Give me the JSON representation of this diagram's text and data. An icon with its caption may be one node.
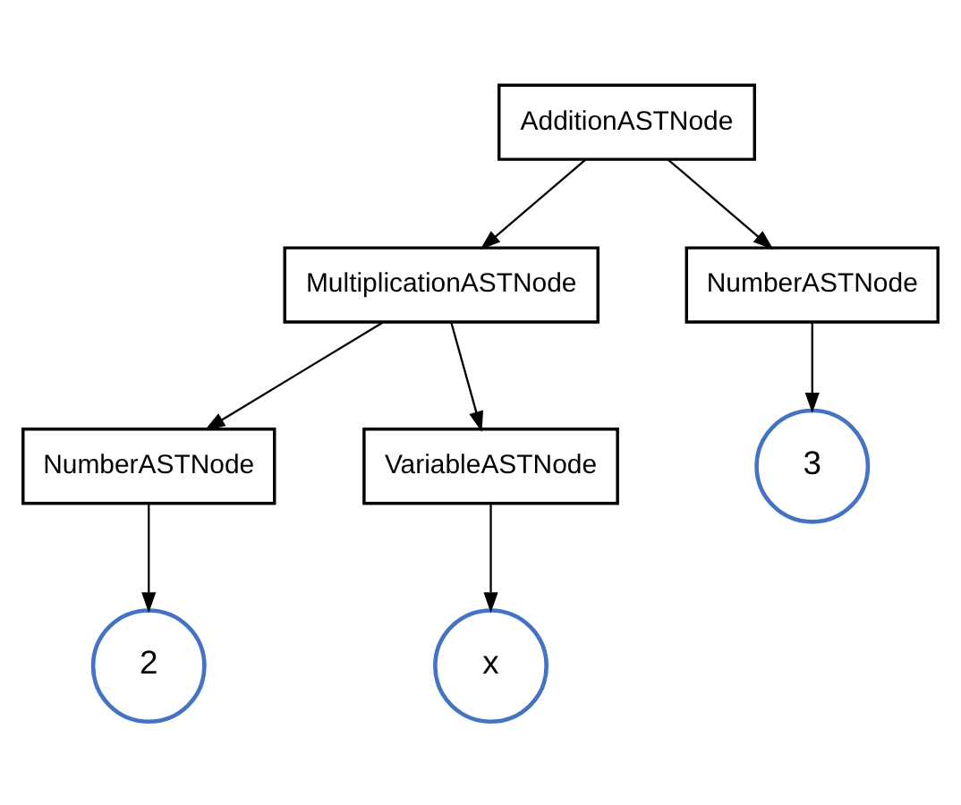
{
  "diagram": {
    "nodes": [
      {
        "text": [
          "AdditionASTNode"
        ]
      },
      {
        "text": [
          "MultiplicationASTNode"
        ]
      },
      {
        "text": [
          "NumberASTNode"
        ]
      },
      {
        "text": [
          "3"
        ]
      },
      {
        "text": [
          "NumberASTNode"
        ]
      },
      {
        "text": [
          "VariableASTNode"
        ]
      },
      {
        "text": [
          "2"
        ]
      },
      {
        "text": [
          "x"
        ]
      }
    ],
    "edges": [
      {
        "from": 0,
        "to": 1,
        "arrow": "to"
      },
      {
        "from": 0,
        "to": 2,
        "arrow": "to"
      },
      {
        "from": 1,
        "to": 4,
        "arrow": "to"
      },
      {
        "from": 1,
        "to": 5,
        "arrow": "to"
      },
      {
        "from": 2,
        "to": 3,
        "arrow": "to"
      },
      {
        "from": 4,
        "to": 6,
        "arrow": "to"
      },
      {
        "from": 5,
        "to": 7,
        "arrow": "to"
      }
    ]
  }
}
